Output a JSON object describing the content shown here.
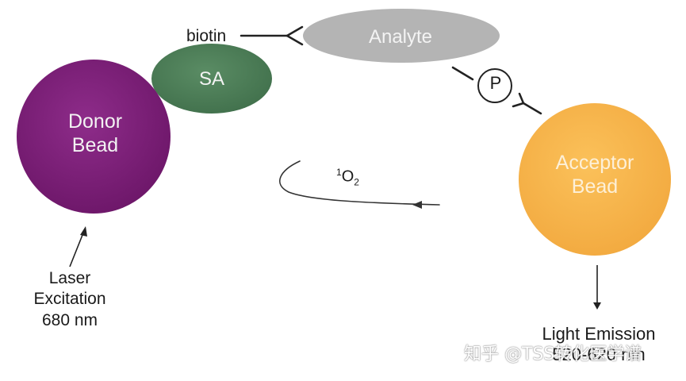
{
  "nodes": {
    "donor_bead": {
      "line1": "Donor",
      "line2": "Bead",
      "color": "#7b1f78"
    },
    "sa": {
      "label": "SA",
      "color": "#4f7f5a"
    },
    "analyte": {
      "label": "Analyte",
      "color": "#b2b2b2"
    },
    "acceptor_bead": {
      "line1": "Acceptor",
      "line2": "Bead",
      "color": "#f6b54d"
    },
    "phospho": {
      "label": "P"
    }
  },
  "labels": {
    "biotin": "biotin",
    "singlet_oxygen": {
      "superscript": "1",
      "base": "O",
      "subscript": "2"
    },
    "laser": {
      "line1": "Laser",
      "line2": "Excitation",
      "line3": "680 nm"
    },
    "emission": {
      "line1": "Light Emission",
      "line2": "520-620 nm"
    }
  },
  "watermark": "知乎 @TSS转化医学谱"
}
